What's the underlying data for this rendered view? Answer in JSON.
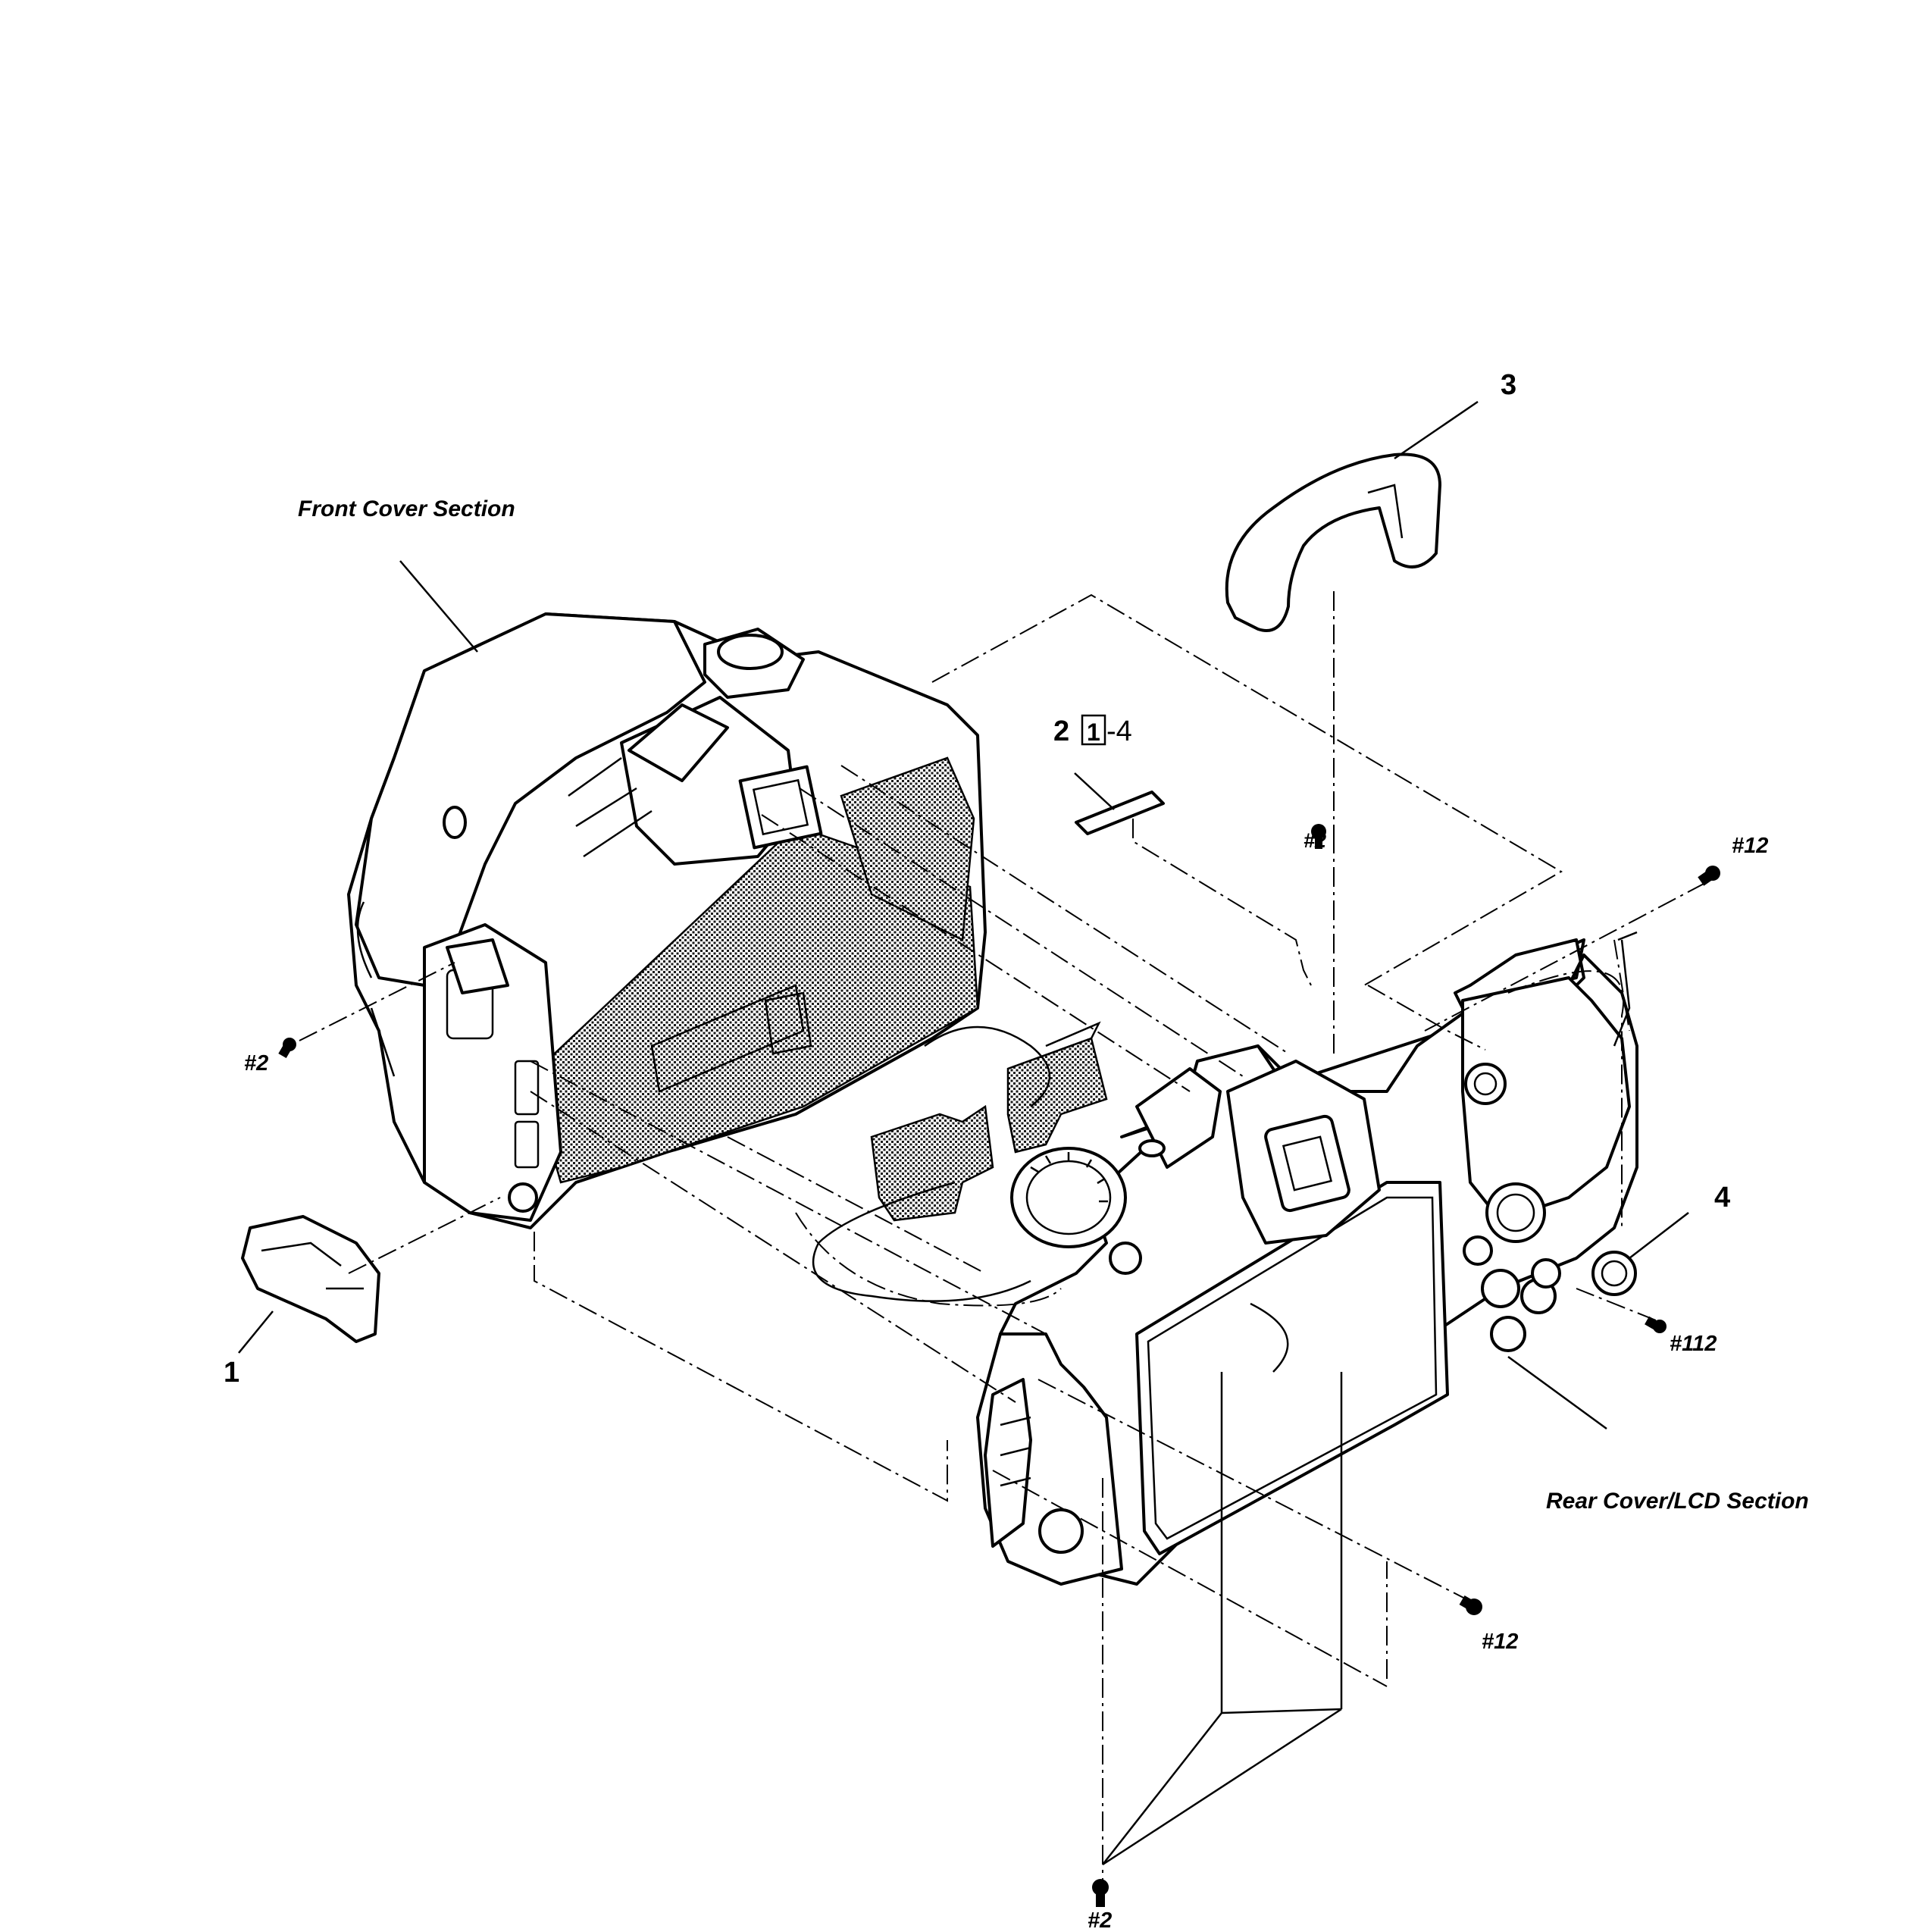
{
  "labels": {
    "front_cover": "Front Cover Section",
    "rear_cover": "Rear Cover/LCD Section",
    "part1": "1",
    "part2": "2",
    "part2_ref_box": "1",
    "part2_ref_suffix": "-4",
    "part3": "3",
    "part4": "4"
  },
  "screws": {
    "s2_left": "#2",
    "s2_top": "#2",
    "s2_bottom": "#2",
    "s12_top": "#12",
    "s12_bottom": "#12",
    "s112": "#112"
  }
}
